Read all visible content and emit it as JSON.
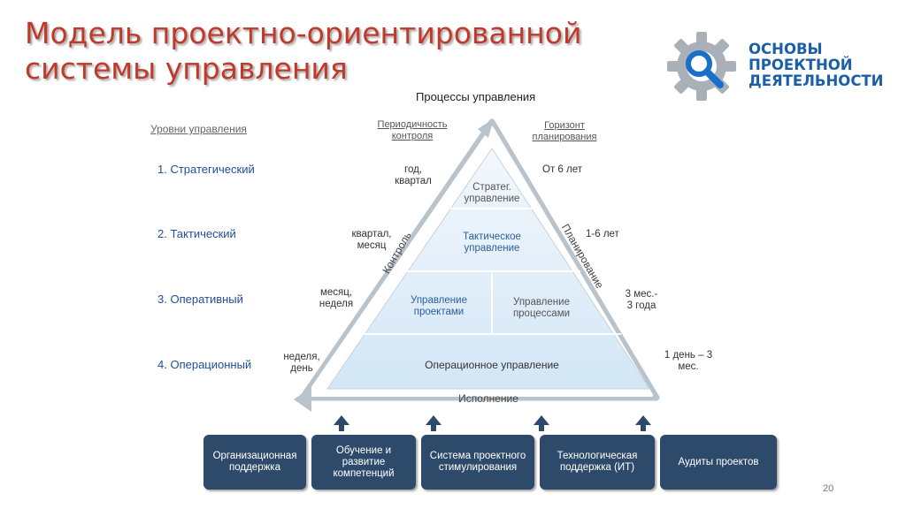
{
  "title": "Модель проектно-ориентированной системы управления",
  "logo": {
    "line1": "ОСНОВЫ",
    "line2": "ПРОЕКТНОЙ",
    "line3": "ДЕЯТЕЛЬНОСТИ",
    "color": "#1a5fa8"
  },
  "diagram": {
    "heading": "Процессы управления",
    "levels_header": "Уровни управления",
    "levels": [
      "1. Стратегический",
      "2. Тактический",
      "3. Оперативный",
      "4. Операционный"
    ],
    "control_header": "Периодичность контроля",
    "control_values": [
      "год, квартал",
      "квартал, месяц",
      "месяц, неделя",
      "неделя, день"
    ],
    "horizon_header": "Горизонт планирования",
    "horizon_values": [
      "От 6 лет",
      "1-6 лет",
      "3 мес.- 3 года",
      "1 день – 3 мес."
    ],
    "arrow_control": "Контроль",
    "arrow_planning": "Планирование",
    "arrow_execution": "Исполнение",
    "pyramid": {
      "strategic": "Стратег. управление",
      "tactical": "Тактическое управление",
      "projects": "Управление проектами",
      "processes": "Управление процессами",
      "operational": "Операционное управление"
    },
    "support_boxes": [
      "Организационная поддержка",
      "Обучение и развитие компетенций",
      "Система проектного стимулирования",
      "Технологическая поддержка (ИТ)",
      "Аудиты проектов"
    ]
  },
  "page_number": "20",
  "colors": {
    "title": "#c0392b",
    "box": "#2e4a6b",
    "pyramid_fill": "#dcecf8",
    "level_text": "#1f4e9a"
  }
}
